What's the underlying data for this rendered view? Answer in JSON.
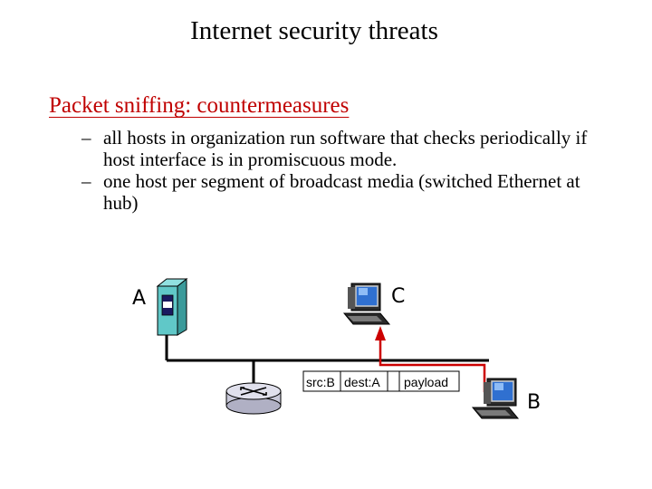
{
  "slide": {
    "title": "Internet security threats",
    "subheading": "Packet sniffing: countermeasures",
    "bullets": [
      {
        "marker": "–",
        "text": "all hosts in organization run software that checks periodically if host interface is in promiscuous mode."
      },
      {
        "marker": "–",
        "text": "one host per segment of broadcast media (switched Ethernet at hub)"
      }
    ]
  },
  "diagram": {
    "hosts": {
      "a": "A",
      "b": "B",
      "c": "C"
    },
    "packet": {
      "src": "src:B",
      "dest": "dest:A",
      "payload": "payload"
    },
    "colors": {
      "link": "#000000",
      "sniff_path": "#cc0000",
      "server": "#60c8c8",
      "router": "#c8c8d8",
      "monitor_screen": "#3070d0"
    },
    "icons": [
      "server-icon",
      "router-icon",
      "computer-icon"
    ]
  }
}
